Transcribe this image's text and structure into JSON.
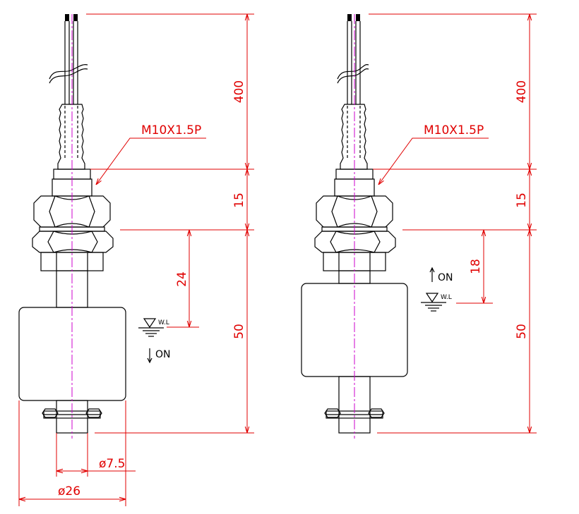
{
  "colors": {
    "dimension": "#e00000",
    "outline": "#000000",
    "centerline": "#cc00cc",
    "background": "#ffffff"
  },
  "left_sensor": {
    "thread_label": "M10X1.5P",
    "dim_cable": "400",
    "dim_nut": "15",
    "dim_body": "50",
    "dim_level": "24",
    "wl_label": "W.L",
    "state_label": "ON",
    "state_arrow": "down-arrow",
    "dia_stem": "ø7.5",
    "dia_float": "ø26"
  },
  "right_sensor": {
    "thread_label": "M10X1.5P",
    "dim_cable": "400",
    "dim_nut": "15",
    "dim_body": "50",
    "dim_level": "18",
    "wl_label": "W.L",
    "state_label": "ON",
    "state_arrow": "up-arrow"
  }
}
